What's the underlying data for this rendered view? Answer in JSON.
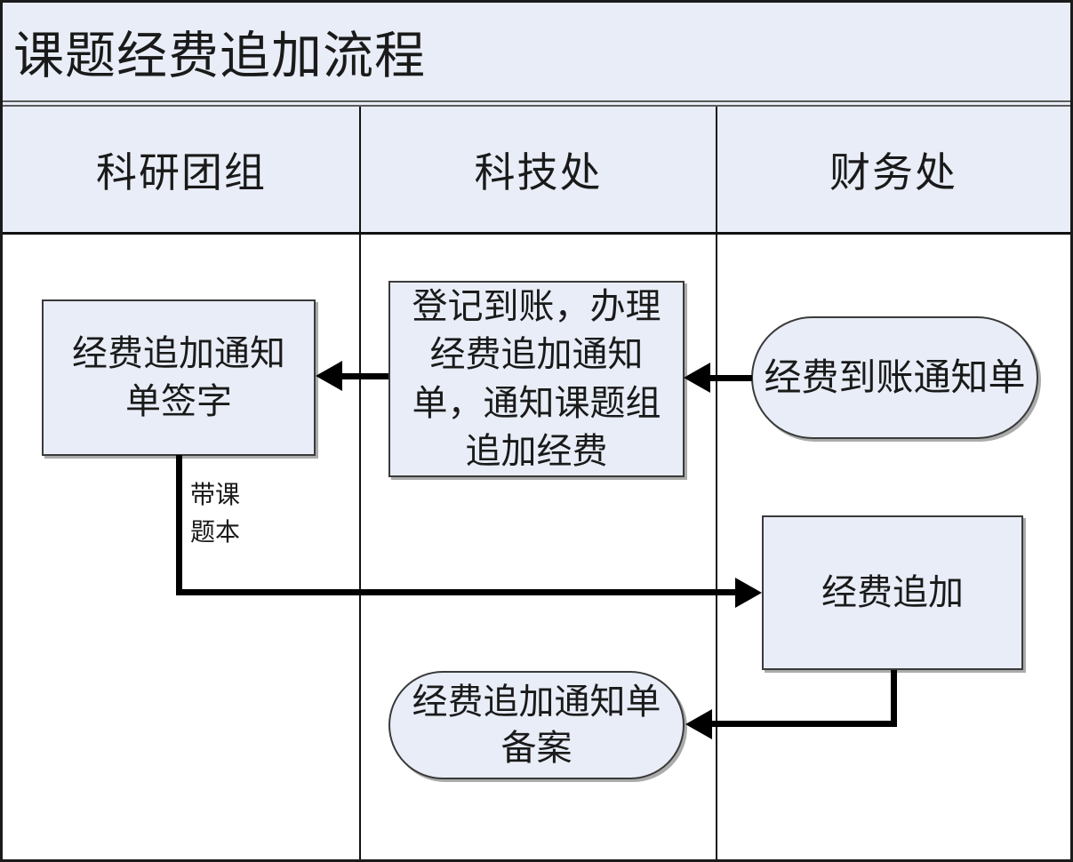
{
  "title": "课题经费追加流程",
  "lanes": [
    {
      "label": "科研团组"
    },
    {
      "label": "科技处"
    },
    {
      "label": "财务处"
    }
  ],
  "nodes": {
    "sign_box": {
      "text": "经费追加通知\n单签字",
      "shape": "rectangle",
      "lane": "科研团组"
    },
    "register_box": {
      "text": "登记到账，办理\n经费追加通知\n单，通知课题组\n追加经费",
      "shape": "rectangle",
      "lane": "科技处"
    },
    "arrival_terminator": {
      "text": "经费到账通知单",
      "shape": "stadium",
      "lane": "财务处"
    },
    "addition_box": {
      "text": "经费追加",
      "shape": "rectangle",
      "lane": "财务处"
    },
    "record_terminator": {
      "text": "经费追加通知单\n备案",
      "shape": "stadium",
      "lane": "科技处"
    }
  },
  "edges": [
    {
      "from": "arrival_terminator",
      "to": "register_box",
      "direction": "left"
    },
    {
      "from": "register_box",
      "to": "sign_box",
      "direction": "left"
    },
    {
      "from": "sign_box",
      "to": "addition_box",
      "direction": "down-right",
      "label": "带课\n题本"
    },
    {
      "from": "addition_box",
      "to": "record_terminator",
      "direction": "down-left"
    }
  ],
  "edge_label": "带课\n题本",
  "colors": {
    "shape_fill": "#e8edf7",
    "band_fill": "#e8edf7",
    "shape_border": "#3a3a3a",
    "frame_border": "#1b1b1b",
    "connector": "#000000",
    "text": "#1a1a1a"
  }
}
